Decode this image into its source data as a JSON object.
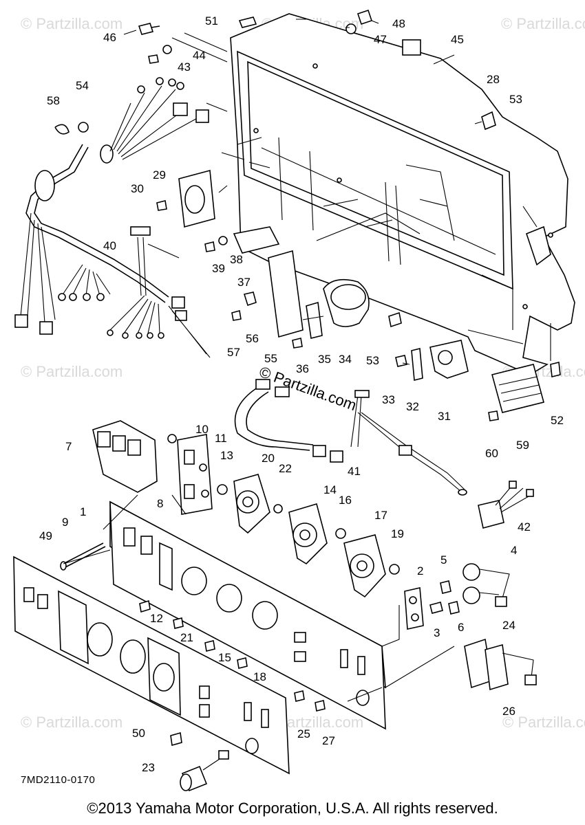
{
  "diagram": {
    "code": "7MD2110-0170",
    "copyright": "©2013 Yamaha Motor Corporation, U.S.A. All rights reserved.",
    "center_watermark": "© Partzilla.com",
    "watermark": "© Partzilla.com",
    "callouts": [
      "1",
      "2",
      "3",
      "4",
      "5",
      "6",
      "7",
      "8",
      "9",
      "10",
      "11",
      "12",
      "13",
      "14",
      "15",
      "16",
      "17",
      "18",
      "19",
      "20",
      "21",
      "22",
      "23",
      "24",
      "25",
      "26",
      "27",
      "28",
      "29",
      "30",
      "31",
      "32",
      "33",
      "34",
      "35",
      "36",
      "37",
      "38",
      "39",
      "40",
      "41",
      "42",
      "43",
      "44",
      "45",
      "46",
      "47",
      "48",
      "49",
      "50",
      "51",
      "52",
      "53",
      "53",
      "54",
      "55",
      "56",
      "57",
      "58",
      "59",
      "60"
    ]
  }
}
